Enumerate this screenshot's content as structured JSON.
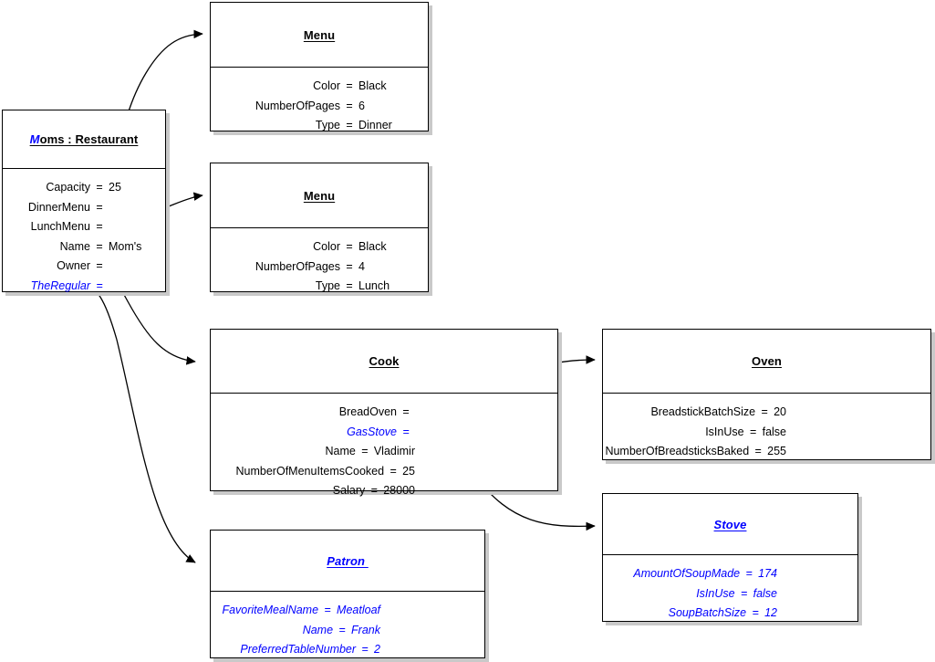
{
  "diagram": {
    "title": "Restaurant object diagram",
    "colors": {
      "link_color": "#0000ff",
      "text_color": "#000000",
      "border_color": "#000000",
      "shadow_color": "#c9c9c9",
      "background": "#ffffff"
    }
  },
  "objects": {
    "restaurant": {
      "title_lead": "M",
      "title_rest": "oms : Restaurant",
      "title_full": "Moms : Restaurant",
      "attributes": [
        {
          "name": "Capacity",
          "eq": "=",
          "value": "25",
          "style": "black",
          "linked": false
        },
        {
          "name": "DinnerMenu",
          "eq": "=",
          "value": "",
          "style": "black",
          "linked": true
        },
        {
          "name": "LunchMenu",
          "eq": "=",
          "value": "",
          "style": "black",
          "linked": true
        },
        {
          "name": "Name",
          "eq": "=",
          "value": "Mom's",
          "style": "black",
          "linked": false
        },
        {
          "name": "Owner",
          "eq": "=",
          "value": "",
          "style": "black",
          "linked": true
        },
        {
          "name": "TheRegular",
          "eq": "=",
          "value": "",
          "style": "blue",
          "linked": true
        }
      ]
    },
    "menu_dinner": {
      "title": "Menu",
      "attributes": [
        {
          "name": "Color",
          "eq": "=",
          "value": "Black",
          "style": "black"
        },
        {
          "name": "NumberOfPages",
          "eq": "=",
          "value": "6",
          "style": "black"
        },
        {
          "name": "Type",
          "eq": "=",
          "value": "Dinner",
          "style": "black"
        }
      ]
    },
    "menu_lunch": {
      "title": "Menu",
      "attributes": [
        {
          "name": "Color",
          "eq": "=",
          "value": "Black",
          "style": "black"
        },
        {
          "name": "NumberOfPages",
          "eq": "=",
          "value": "4",
          "style": "black"
        },
        {
          "name": "Type",
          "eq": "=",
          "value": "Lunch",
          "style": "black"
        }
      ]
    },
    "cook": {
      "title": "Cook",
      "attributes": [
        {
          "name": "BreadOven",
          "eq": "=",
          "value": "",
          "style": "black",
          "linked": true
        },
        {
          "name": "GasStove",
          "eq": "=",
          "value": "",
          "style": "blue",
          "linked": true
        },
        {
          "name": "Name",
          "eq": "=",
          "value": "Vladimir",
          "style": "black",
          "linked": false
        },
        {
          "name": "NumberOfMenuItemsCooked",
          "eq": "=",
          "value": "25",
          "style": "black",
          "linked": false
        },
        {
          "name": "Salary",
          "eq": "=",
          "value": "28000",
          "style": "black",
          "linked": false
        }
      ]
    },
    "oven": {
      "title": "Oven",
      "attributes": [
        {
          "name": "BreadstickBatchSize",
          "eq": "=",
          "value": "20",
          "style": "black"
        },
        {
          "name": "IsInUse",
          "eq": "=",
          "value": "false",
          "style": "black"
        },
        {
          "name": "NumberOfBreadsticksBaked",
          "eq": "=",
          "value": "255",
          "style": "black"
        }
      ]
    },
    "stove": {
      "title": "Stove",
      "attributes": [
        {
          "name": "AmountOfSoupMade",
          "eq": "=",
          "value": "174",
          "style": "blue"
        },
        {
          "name": "IsInUse",
          "eq": "=",
          "value": "false",
          "style": "blue"
        },
        {
          "name": "SoupBatchSize",
          "eq": "=",
          "value": "12",
          "style": "blue"
        }
      ]
    },
    "patron": {
      "title": "Patron ",
      "attributes": [
        {
          "name": "FavoriteMealName",
          "eq": "=",
          "value": "Meatloaf",
          "style": "blue"
        },
        {
          "name": "Name",
          "eq": "=",
          "value": "Frank",
          "style": "blue"
        },
        {
          "name": "PreferredTableNumber",
          "eq": "=",
          "value": "2",
          "style": "blue"
        }
      ]
    }
  },
  "links": [
    {
      "name": "link-restaurant-dinnermenu",
      "from": "restaurant.DinnerMenu",
      "to": "menu_dinner"
    },
    {
      "name": "link-restaurant-lunchmenu",
      "from": "restaurant.LunchMenu",
      "to": "menu_lunch"
    },
    {
      "name": "link-restaurant-owner",
      "from": "restaurant.Owner",
      "to": "cook"
    },
    {
      "name": "link-restaurant-theregular",
      "from": "restaurant.TheRegular",
      "to": "patron"
    },
    {
      "name": "link-cook-breadoven",
      "from": "cook.BreadOven",
      "to": "oven"
    },
    {
      "name": "link-cook-gasstove",
      "from": "cook.GasStove",
      "to": "stove"
    }
  ]
}
